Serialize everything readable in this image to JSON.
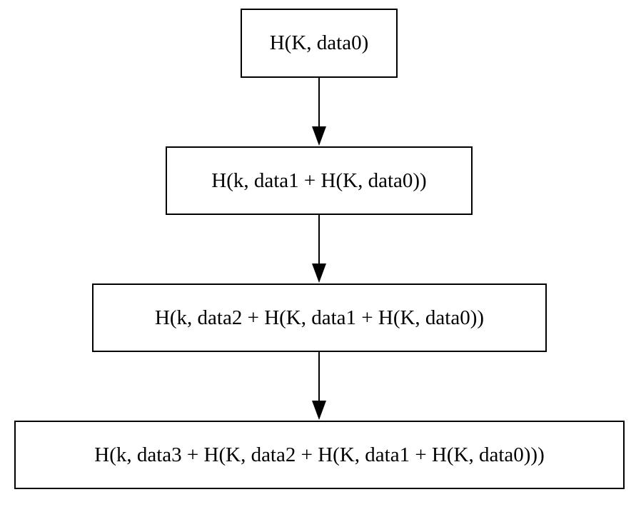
{
  "diagram": {
    "nodes": [
      {
        "label": "H(K, data0)"
      },
      {
        "label": "H(k, data1 + H(K, data0))"
      },
      {
        "label": "H(k, data2 + H(K, data1 + H(K, data0))"
      },
      {
        "label": "H(k, data3 + H(K, data2 + H(K, data1 + H(K, data0)))"
      }
    ],
    "edges": [
      {
        "from": 0,
        "to": 1
      },
      {
        "from": 1,
        "to": 2
      },
      {
        "from": 2,
        "to": 3
      }
    ]
  }
}
